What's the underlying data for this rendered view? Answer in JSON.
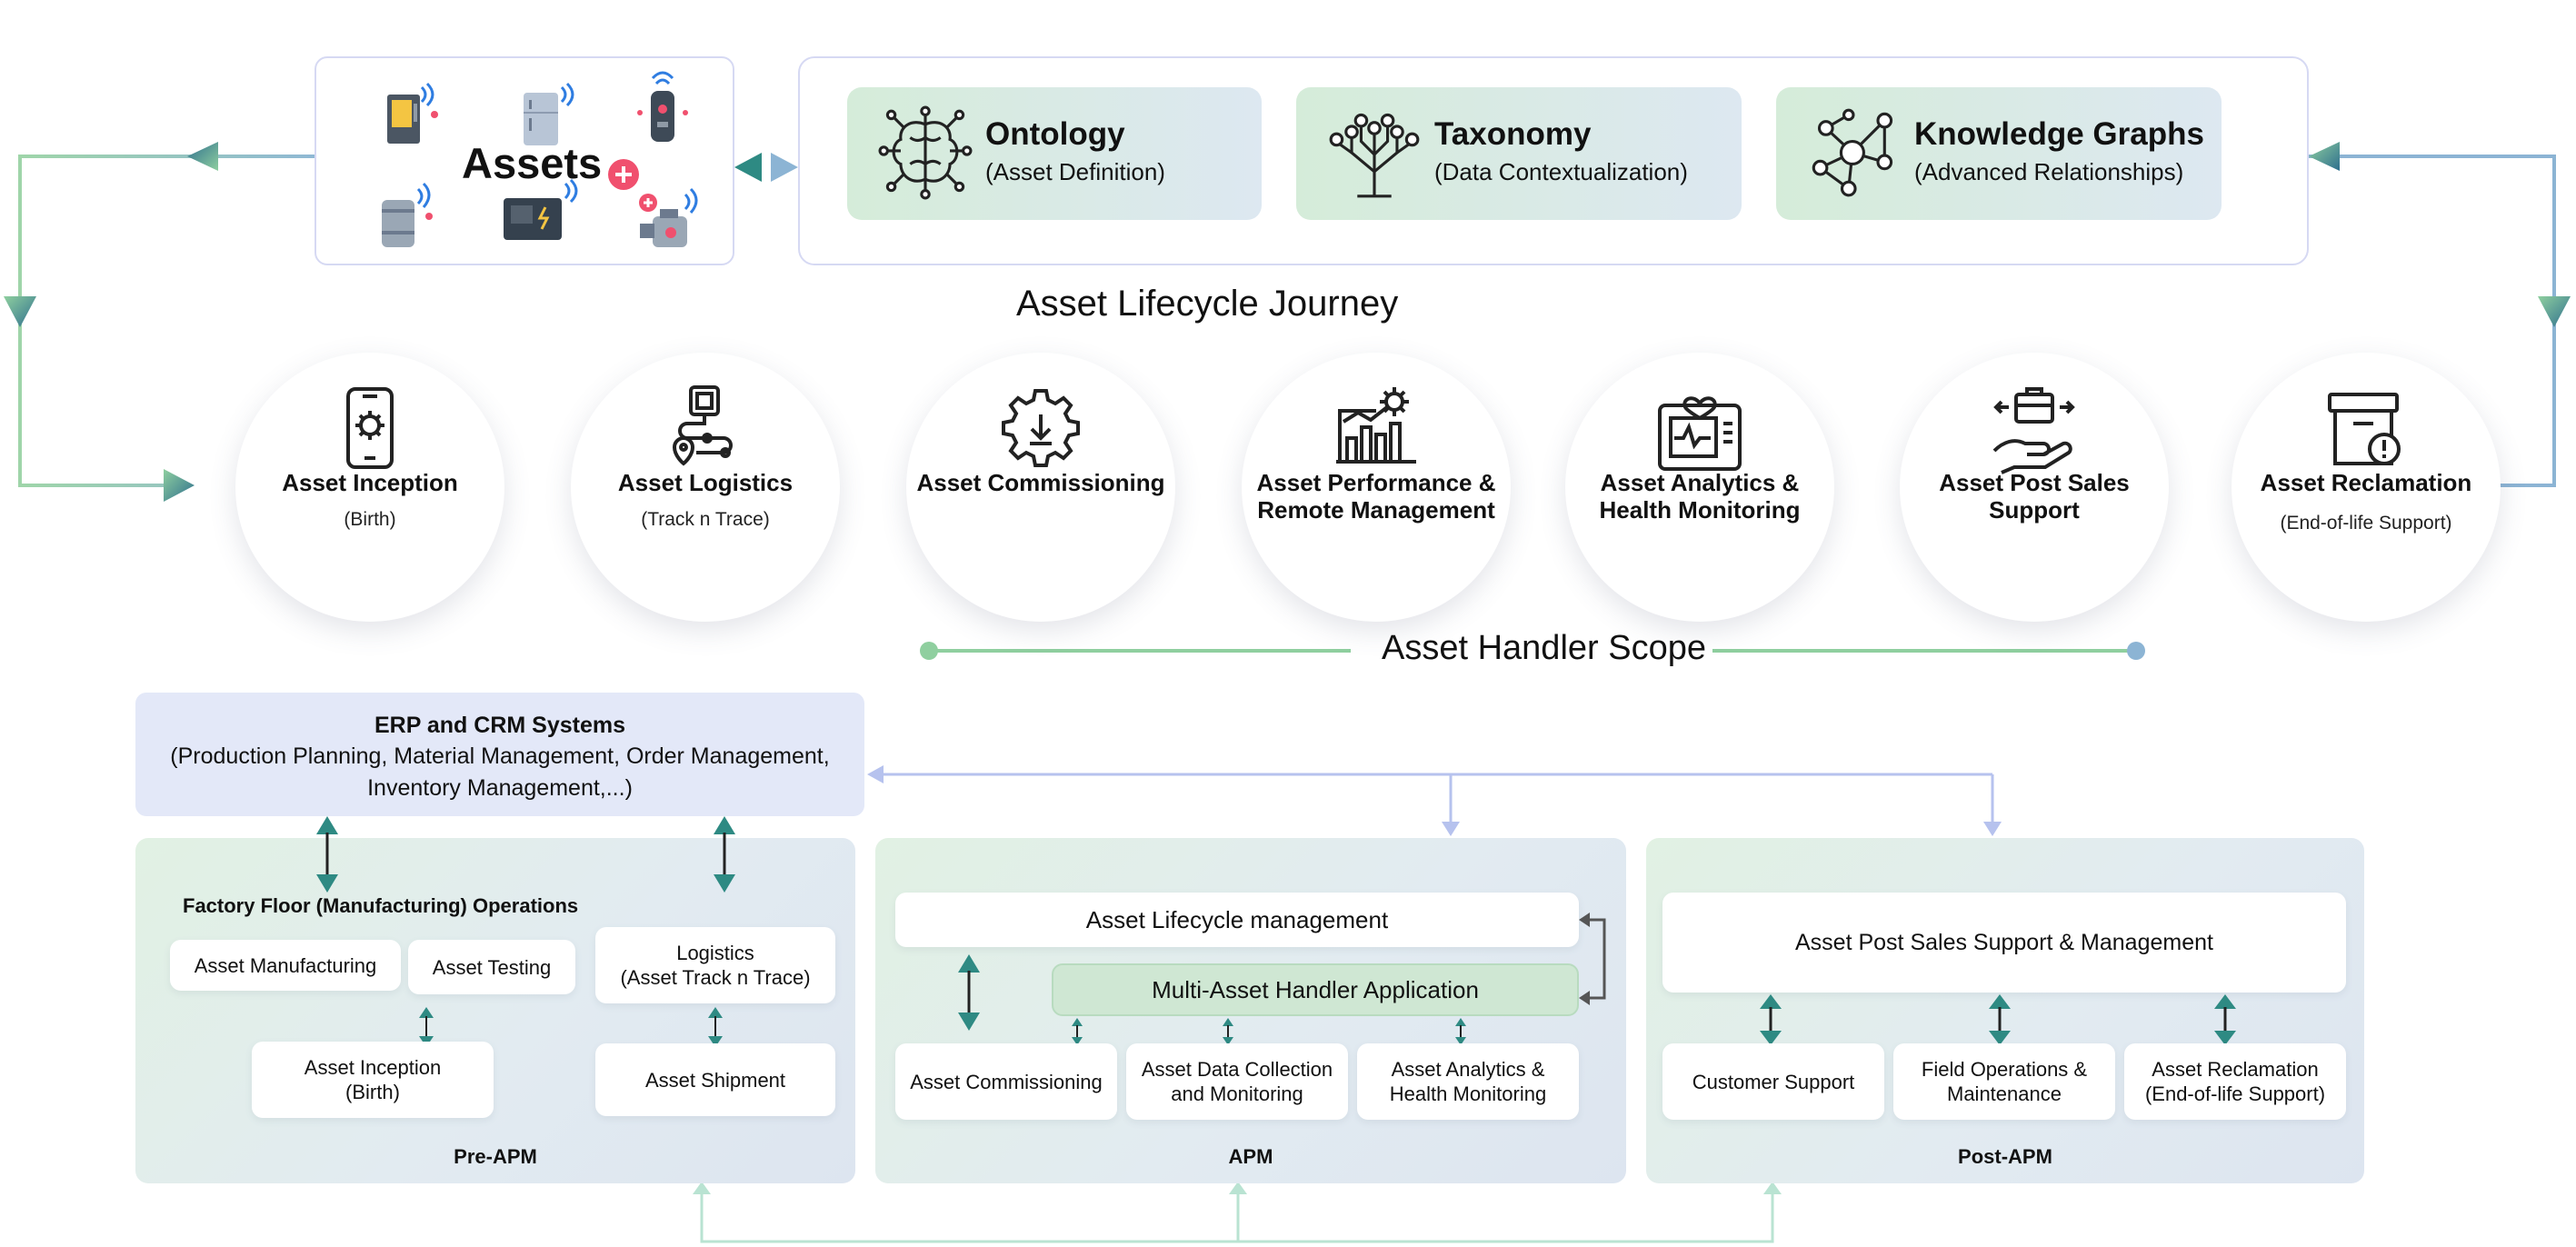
{
  "assets": {
    "title": "Assets",
    "icons": [
      "vending-machine-icon",
      "fridge-icon",
      "smart-lock-icon",
      "water-heater-icon",
      "generator-icon",
      "pump-icon"
    ]
  },
  "knowledge": [
    {
      "title": "Ontology",
      "subtitle": "(Asset Definition)",
      "icon": "brain-network-icon"
    },
    {
      "title": "Taxonomy",
      "subtitle": "(Data Contextualization)",
      "icon": "tree-hierarchy-icon"
    },
    {
      "title": "Knowledge Graphs",
      "subtitle": "(Advanced Relationships)",
      "icon": "graph-nodes-icon"
    }
  ],
  "journey_title": "Asset Lifecycle Journey",
  "stages": [
    {
      "title": "Asset Inception",
      "subtitle": "(Birth)",
      "icon": "phone-gear-icon"
    },
    {
      "title": "Asset Logistics",
      "subtitle": "(Track n Trace)",
      "icon": "route-pin-icon"
    },
    {
      "title": "Asset Commissioning",
      "subtitle": "",
      "icon": "gear-download-icon"
    },
    {
      "title": "Asset Performance & Remote Management",
      "subtitle": "",
      "icon": "dashboard-gear-icon"
    },
    {
      "title": "Asset Analytics & Health Monitoring",
      "subtitle": "",
      "icon": "health-monitor-icon"
    },
    {
      "title": "Asset Post Sales Support",
      "subtitle": "",
      "icon": "hand-briefcase-icon"
    },
    {
      "title": "Asset Reclamation",
      "subtitle": "(End-of-life Support)",
      "icon": "archive-alert-icon"
    }
  ],
  "scope_title": "Asset Handler Scope",
  "erp": {
    "title": "ERP and CRM Systems",
    "line1": "(Production Planning, Material Management, Order Management,",
    "line2": "Inventory Management,...)"
  },
  "pre_apm": {
    "label": "Pre-APM",
    "section_title": "Factory Floor (Manufacturing) Operations",
    "manufacturing": "Asset Manufacturing",
    "testing": "Asset Testing",
    "logistics_1": "Logistics",
    "logistics_2": "(Asset Track n Trace)",
    "inception_1": "Asset Inception",
    "inception_2": "(Birth)",
    "shipment": "Asset Shipment"
  },
  "apm": {
    "label": "APM",
    "lifecycle": "Asset Lifecycle management",
    "handler": "Multi-Asset Handler Application",
    "commissioning": "Asset Commissioning",
    "data_1": "Asset Data Collection",
    "data_2": "and Monitoring",
    "analytics_1": "Asset Analytics &",
    "analytics_2": "Health Monitoring"
  },
  "post_apm": {
    "label": "Post-APM",
    "title": "Asset Post Sales Support & Management",
    "customer": "Customer Support",
    "field_1": "Field Operations &",
    "field_2": "Maintenance",
    "reclaim_1": "Asset Reclamation",
    "reclaim_2": "(End-of-life Support)"
  },
  "colors": {
    "accent_green": "#8fcf9f",
    "accent_blue": "#8cb4d4",
    "arrow_teal": "#2e8a83",
    "connector_lavender": "#b6c2ee"
  }
}
